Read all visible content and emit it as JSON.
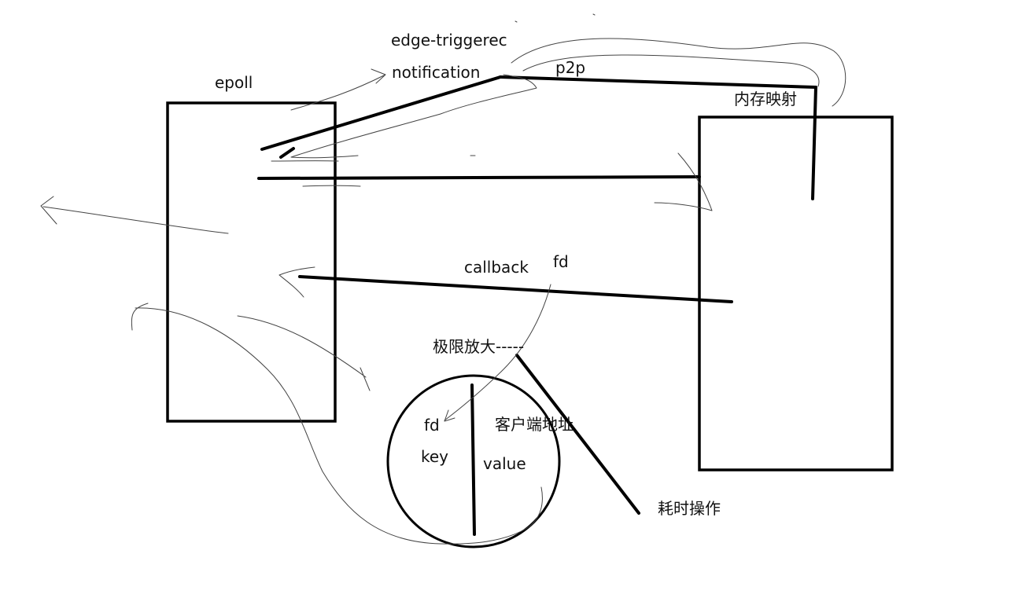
{
  "labels": {
    "epoll": "epoll",
    "edge_triggered": "edge-triggerec",
    "notification": "notification",
    "p2p": "p2p",
    "memory_map": "内存映射",
    "callback": "callback",
    "fd_top": "fd",
    "zoom": "极限放大-----",
    "fd_circle": "fd",
    "key": "key",
    "client_address": "客户端地址",
    "value": "value",
    "time_consuming": "耗时操作"
  },
  "colors": {
    "ink": "#000000",
    "sketch": "#444444",
    "background": "#ffffff"
  }
}
